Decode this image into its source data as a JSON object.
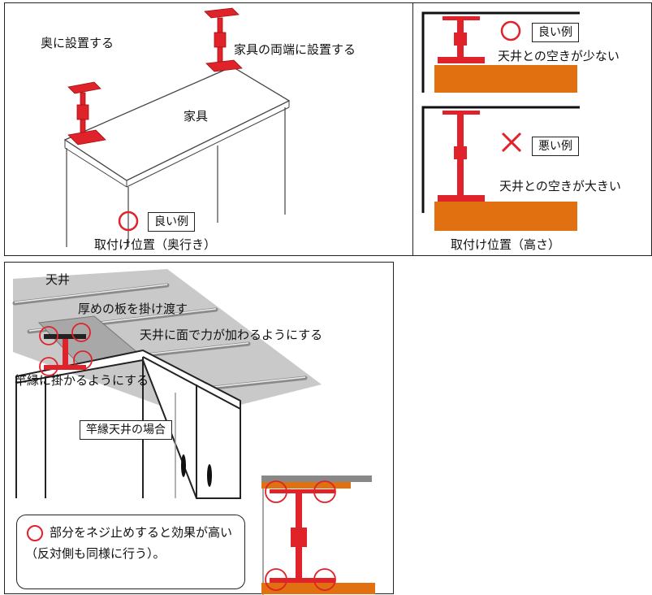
{
  "panel_depth": {
    "label_back": "奥に設置する",
    "label_ends": "家具の両端に設置する",
    "label_furniture": "家具",
    "good_example": "良い例",
    "caption": "取付け位置（奥行き）"
  },
  "panel_height": {
    "good_example": "良い例",
    "good_note": "天井との空きが少ない",
    "bad_example": "悪い例",
    "bad_note": "天井との空きが大きい",
    "caption": "取付け位置（高さ）"
  },
  "panel_ceiling": {
    "label_ceiling": "天井",
    "label_board": "厚めの板を掛け渡す",
    "label_surface": "天井に面で力が加わるようにする",
    "label_joist": "竿縁に掛かるようにする",
    "label_case": "竿縁天井の場合",
    "note": "部分をネジ止めすると効果が高い（反対側も同様に行う）。"
  },
  "colors": {
    "accent_red": "#e0222a",
    "wood_orange": "#e07010",
    "ceiling_gray": "#c9c9c9"
  }
}
